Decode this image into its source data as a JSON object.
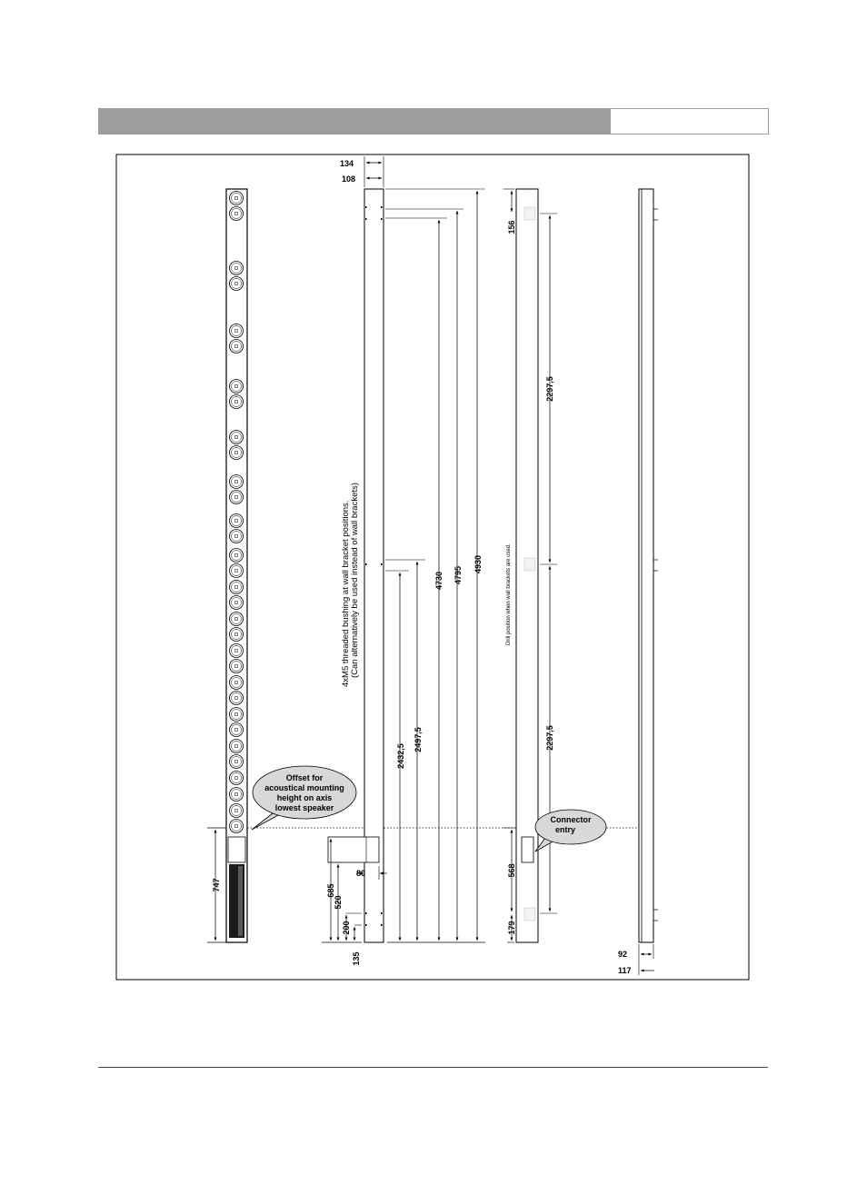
{
  "header": {
    "title": "",
    "section": ""
  },
  "drawing": {
    "note_main": "4xM5 threaded bushing at wall bracket positions.",
    "note_sub": "(Can alternatively be used instead of wall brackets)",
    "drill_note": "Drill position when wall brackets are used.",
    "callout_offset": [
      "Offset for",
      "acoustical mounting",
      "height on axis",
      "lowest speaker"
    ],
    "callout_connector": [
      "Connector",
      "entry"
    ],
    "dims": {
      "d134": "134",
      "d108": "108",
      "d156": "156",
      "d2297a": "2297,5",
      "d2297b": "2297,5",
      "d4930": "4930",
      "d4795": "4795",
      "d4730": "4730",
      "d2497": "2497,5",
      "d2432": "2432,5",
      "d747": "747",
      "d685": "685",
      "d520": "520",
      "d200": "200",
      "d80": "80",
      "d135": "135",
      "d568": "568",
      "d179": "179",
      "d92": "92",
      "d117": "117"
    }
  }
}
